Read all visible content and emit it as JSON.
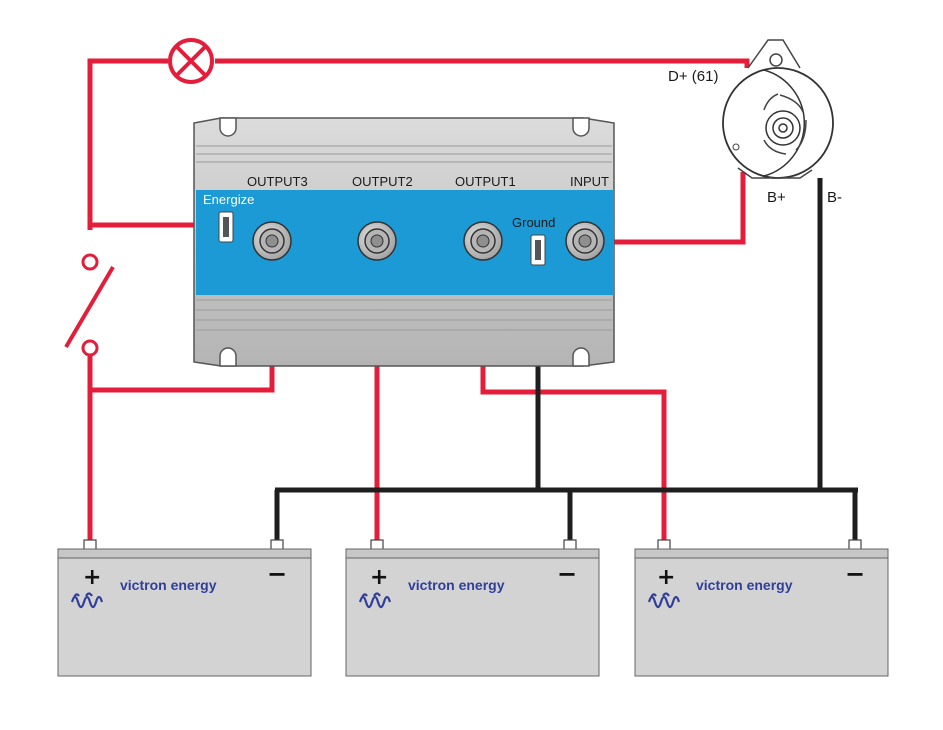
{
  "isolator": {
    "outputs": [
      "OUTPUT3",
      "OUTPUT2",
      "OUTPUT1"
    ],
    "input_label": "INPUT",
    "energize_label": "Energize",
    "ground_label": "Ground"
  },
  "alternator": {
    "d_plus_label": "D+ (61)",
    "b_plus_label": "B+",
    "b_minus_label": "B-"
  },
  "batteries": [
    {
      "brand": "victron energy",
      "positive_symbol": "+",
      "negative_symbol": "−"
    },
    {
      "brand": "victron energy",
      "positive_symbol": "+",
      "negative_symbol": "−"
    },
    {
      "brand": "victron energy",
      "positive_symbol": "+",
      "negative_symbol": "−"
    }
  ],
  "colors": {
    "positive_wire": "#e41e3a",
    "negative_wire": "#1e1e1e",
    "isolator_panel": "#1c9ad6",
    "isolator_body": "#c9c9c9",
    "battery_body": "#d3d3d4",
    "brand": "#2f3f9a"
  }
}
